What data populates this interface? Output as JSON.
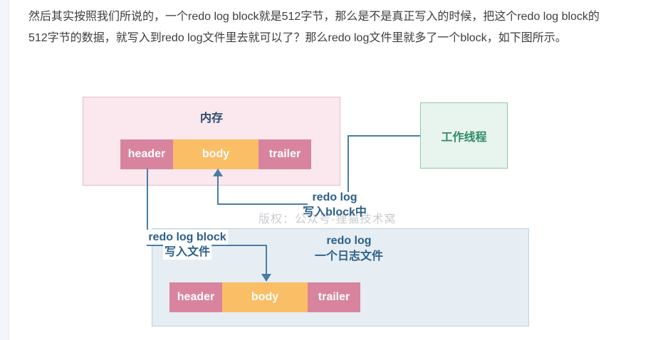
{
  "paragraph": {
    "line1": "然后其实按照我们所说的，一个redo log block就是512字节，那么是不是真正写入的时候，把这个redo log block的",
    "line2": "512字节的数据，就写入到redo log文件里去就可以了？那么redo log文件里就多了一个block，如下图所示。"
  },
  "diagram": {
    "memory_box": {
      "title": "内存",
      "blocks": [
        "header",
        "body",
        "trailer"
      ]
    },
    "worker_box": {
      "title": "工作线程"
    },
    "write_block_label": {
      "line1": "redo log",
      "line2": "写入block中"
    },
    "write_file_label": {
      "line1": "redo log block",
      "line2": "写入文件"
    },
    "file_box": {
      "title_line1": "redo log",
      "title_line2": "一个日志文件",
      "blocks": [
        "header",
        "body",
        "trailer"
      ]
    },
    "watermark": "版权：公众号-狸猫技术窝"
  },
  "colors": {
    "page_strip": "#f2f5f9",
    "para_text": "#3d3d3d",
    "memory_fill": "#fae8ee",
    "memory_border": "#e9bccb",
    "block_pink": "#d9849f",
    "block_orange": "#fabe66",
    "block_text": "#ffffff",
    "worker_fill": "#e8f4ee",
    "worker_border": "#8fc7a8",
    "worker_text": "#2e8a66",
    "file_fill": "#e6eef3",
    "file_border": "#bad1de",
    "line": "#4a7da6",
    "label_blue": "#2d6089",
    "box_title": "#2c4a6b",
    "watermark": "#c9ccd0"
  }
}
